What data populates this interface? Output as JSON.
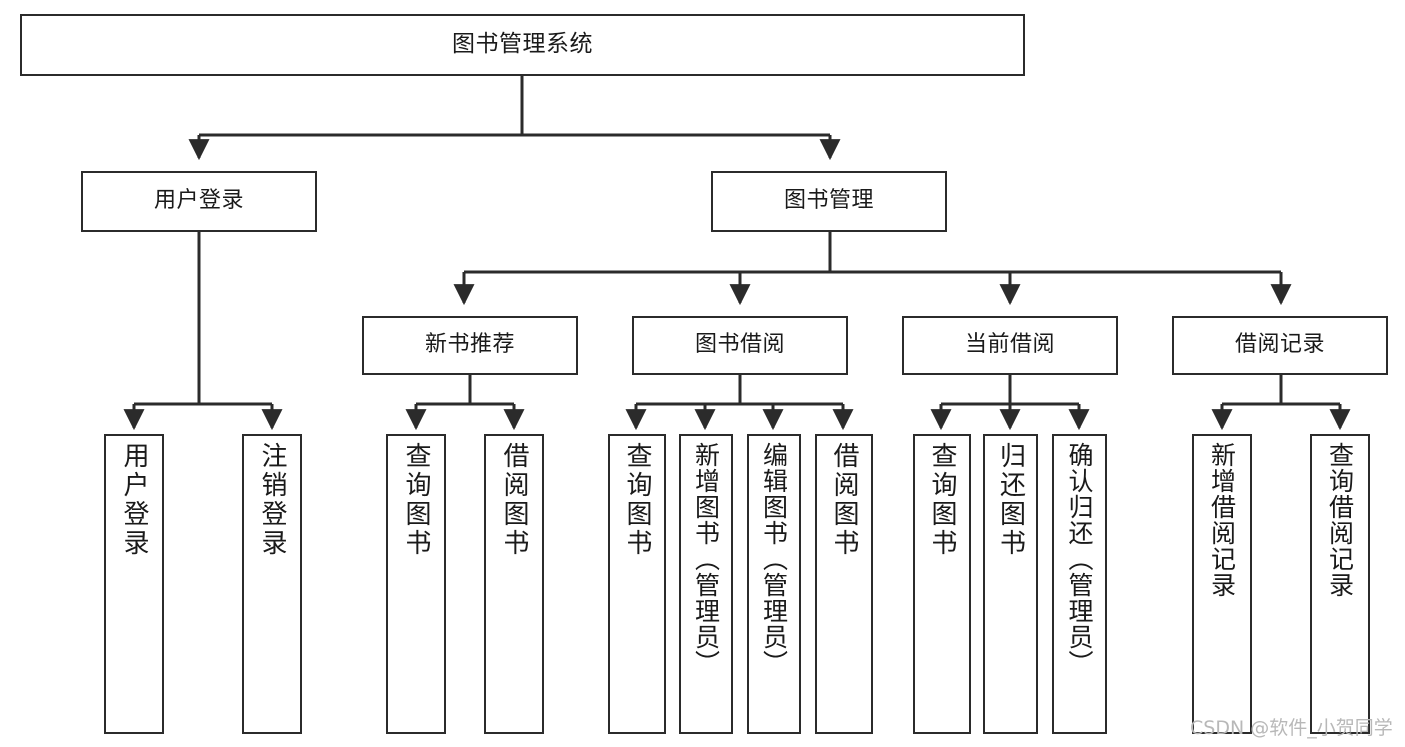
{
  "diagram": {
    "title": "图书管理系统",
    "type": "tree",
    "watermark": "CSDN @软件_小贺同学",
    "colors": {
      "node_border": "#2b2b2b",
      "node_fill": "#ffffff",
      "edge": "#2b2b2b",
      "text": "#1a1a1a",
      "watermark": "#b8b8b8",
      "background": "#ffffff"
    },
    "nodes": {
      "root": {
        "label": "图书管理系统"
      },
      "level1": [
        {
          "id": "user_login",
          "label": "用户登录"
        },
        {
          "id": "book_manage",
          "label": "图书管理"
        }
      ],
      "level2": [
        {
          "id": "new_book_rec",
          "label": "新书推荐"
        },
        {
          "id": "book_borrow",
          "label": "图书借阅"
        },
        {
          "id": "current_borrow",
          "label": "当前借阅"
        },
        {
          "id": "borrow_record",
          "label": "借阅记录"
        }
      ],
      "leaves": {
        "user_login": [
          {
            "id": "leaf_user_login",
            "label": "用户登录"
          },
          {
            "id": "leaf_user_logout",
            "label": "注销登录"
          }
        ],
        "new_book_rec": [
          {
            "id": "leaf_query_book_a",
            "label": "查询图书"
          },
          {
            "id": "leaf_borrow_book_a",
            "label": "借阅图书"
          }
        ],
        "book_borrow": [
          {
            "id": "leaf_query_book_b",
            "label": "查询图书"
          },
          {
            "id": "leaf_add_book",
            "label": "新增图书（管理员）"
          },
          {
            "id": "leaf_edit_book",
            "label": "编辑图书（管理员）"
          },
          {
            "id": "leaf_borrow_book_b",
            "label": "借阅图书"
          }
        ],
        "current_borrow": [
          {
            "id": "leaf_query_book_c",
            "label": "查询图书"
          },
          {
            "id": "leaf_return_book",
            "label": "归还图书"
          },
          {
            "id": "leaf_confirm_return",
            "label": "确认归还（管理员）"
          }
        ],
        "borrow_record": [
          {
            "id": "leaf_add_record",
            "label": "新增借阅记录"
          },
          {
            "id": "leaf_query_record",
            "label": "查询借阅记录"
          }
        ]
      }
    }
  }
}
